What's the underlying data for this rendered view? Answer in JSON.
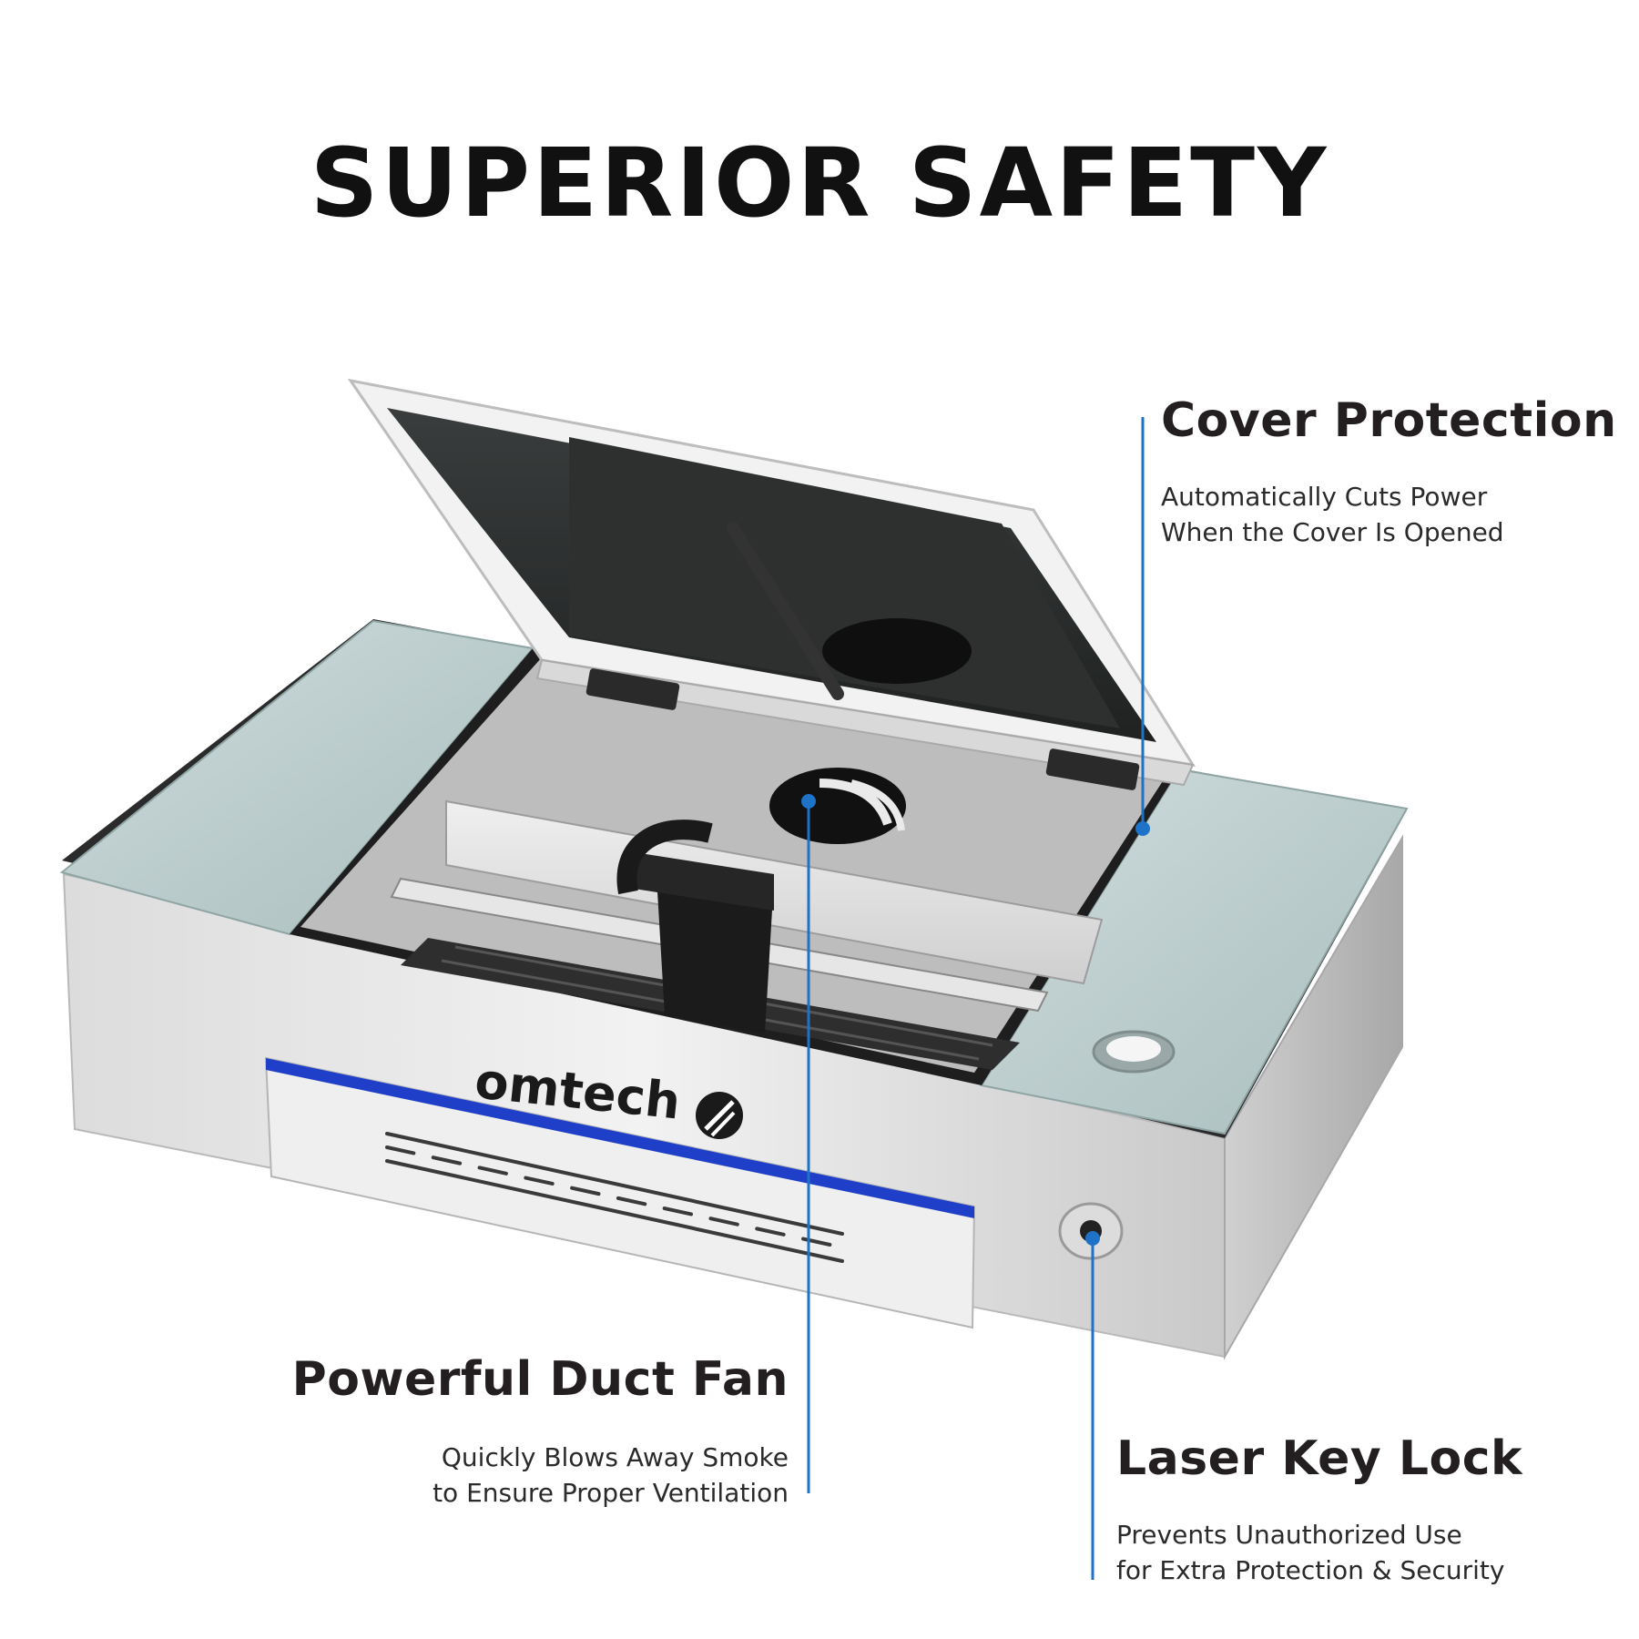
{
  "headline": "SUPERIOR SAFETY",
  "brand": "omtech",
  "accent_color": "#1e72c8",
  "stripe_color": "#1f3fc9",
  "callouts": {
    "cover": {
      "title": "Cover Protection",
      "line1": "Automatically Cuts Power",
      "line2": "When the Cover Is Opened"
    },
    "fan": {
      "title": "Powerful Duct Fan",
      "line1": "Quickly Blows Away Smoke",
      "line2": "to Ensure Proper Ventilation"
    },
    "lock": {
      "title": "Laser Key Lock",
      "line1": "Prevents Unauthorized Use",
      "line2": "for Extra Protection & Security"
    }
  }
}
